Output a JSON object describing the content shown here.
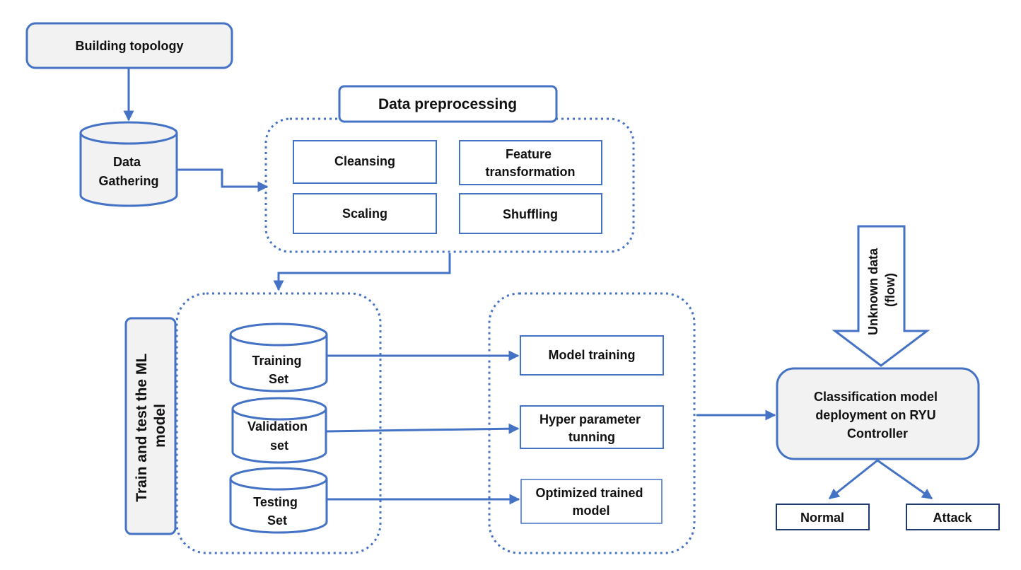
{
  "colors": {
    "accent": "#4472C4",
    "box_fill_gray": "#F2F2F2",
    "box_fill_white": "#FFFFFF",
    "text": "#111111"
  },
  "nodes": {
    "building_topology": "Building topology",
    "data_gathering": [
      "Data",
      "Gathering"
    ],
    "data_preprocessing_title": "Data preprocessing",
    "cleansing": "Cleansing",
    "feature_transformation": [
      "Feature",
      "transformation"
    ],
    "scaling": "Scaling",
    "shuffling": "Shuffling",
    "train_test_label": [
      "Train and test the ML",
      "model"
    ],
    "training_set": [
      "Training",
      "Set"
    ],
    "validation_set": [
      "Validation",
      "set"
    ],
    "testing_set": [
      "Testing",
      "Set"
    ],
    "model_training": "Model training",
    "hyper_parameter": [
      "Hyper parameter",
      "tunning"
    ],
    "optimized_model": [
      "Optimized trained",
      "model"
    ],
    "unknown_data": [
      "Unknown data",
      "(flow)"
    ],
    "classification": [
      "Classification model",
      "deployment on RYU",
      "Controller"
    ],
    "normal": "Normal",
    "attack": "Attack"
  }
}
